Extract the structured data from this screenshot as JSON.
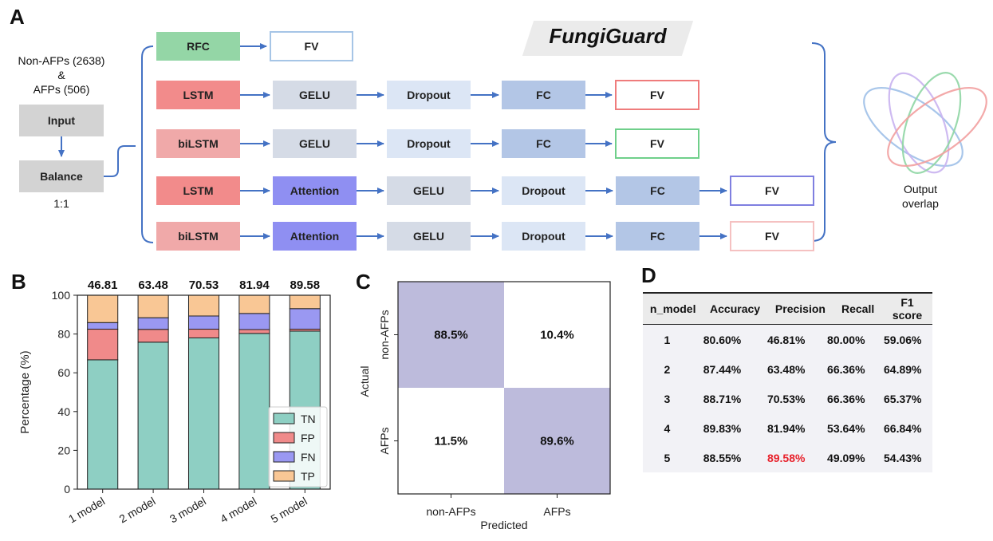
{
  "panels": {
    "a": "A",
    "b": "B",
    "c": "C",
    "d": "D"
  },
  "panel_a": {
    "title": "FungiGuard",
    "dataset": {
      "line1": "Non-AFPs (2638)",
      "line2": "&",
      "line3": "AFPs (506)"
    },
    "input_label": "Input",
    "balance_label": "Balance",
    "ratio": "1:1",
    "rows": [
      {
        "model": "RFC",
        "model_color": "#94d6a6",
        "steps": [],
        "fv": "FV",
        "fv_color": "#a6c5e6"
      },
      {
        "model": "LSTM",
        "model_color": "#f28b8b",
        "steps": [
          "GELU",
          "Dropout",
          "FC"
        ],
        "fv": "FV",
        "fv_color": "#ef7c7c"
      },
      {
        "model": "biLSTM",
        "model_color": "#f0a9a9",
        "steps": [
          "GELU",
          "Dropout",
          "FC"
        ],
        "fv": "FV",
        "fv_color": "#6fcf8a"
      },
      {
        "model": "LSTM",
        "model_color": "#f28b8b",
        "steps": [
          "Attention",
          "GELU",
          "Dropout",
          "FC"
        ],
        "fv": "FV",
        "fv_color": "#7f7fe0"
      },
      {
        "model": "biLSTM",
        "model_color": "#f0a9a9",
        "steps": [
          "Attention",
          "GELU",
          "Dropout",
          "FC"
        ],
        "fv": "FV",
        "fv_color": "#f5c1c1"
      }
    ],
    "step_colors": {
      "GELU": "#d5dbe6",
      "Dropout": "#dce6f5",
      "FC": "#b3c6e6",
      "Attention": "#8f8ff2"
    },
    "output_label": {
      "line1": "Output",
      "line2": "overlap"
    },
    "venn_colors": [
      "#9fc0e8",
      "#c9b3ef",
      "#8fd6a4",
      "#f2a0a0"
    ]
  },
  "chart_data": [
    {
      "type": "bar",
      "stacked": true,
      "categories": [
        "1 model",
        "2 model",
        "3 model",
        "4 model",
        "5 model"
      ],
      "series": [
        {
          "name": "TN",
          "color": "#8ecfc3",
          "values": [
            66.7,
            75.8,
            78.0,
            80.3,
            81.5
          ]
        },
        {
          "name": "FP",
          "color": "#f08a8a",
          "values": [
            15.8,
            6.6,
            4.5,
            2.0,
            1.0
          ]
        },
        {
          "name": "FN",
          "color": "#9a98f2",
          "values": [
            3.4,
            6.0,
            6.8,
            8.3,
            10.6
          ]
        },
        {
          "name": "TP",
          "color": "#f9c795",
          "values": [
            14.1,
            11.6,
            10.7,
            9.4,
            6.9
          ]
        }
      ],
      "top_labels": [
        "46.81",
        "63.48",
        "70.53",
        "81.94",
        "89.58"
      ],
      "ylabel": "Percentage (%)",
      "ylim": [
        0,
        100
      ],
      "yticks": [
        0,
        20,
        40,
        60,
        80,
        100
      ],
      "legend_position": "lower-right"
    },
    {
      "type": "heatmap",
      "xlabel": "Predicted",
      "ylabel": "Actual",
      "x_categories": [
        "non-AFPs",
        "AFPs"
      ],
      "y_categories": [
        "non-AFPs",
        "AFPs"
      ],
      "values": [
        [
          "88.5%",
          "10.4%"
        ],
        [
          "11.5%",
          "89.6%"
        ]
      ],
      "colors": [
        [
          "#bdbbdc",
          "#ffffff"
        ],
        [
          "#ffffff",
          "#bdbbdc"
        ]
      ]
    },
    {
      "type": "table",
      "columns": [
        "n_model",
        "Accuracy",
        "Precision",
        "Recall",
        "F1 score"
      ],
      "rows": [
        [
          "1",
          "80.60%",
          "46.81%",
          "80.00%",
          "59.06%"
        ],
        [
          "2",
          "87.44%",
          "63.48%",
          "66.36%",
          "64.89%"
        ],
        [
          "3",
          "88.71%",
          "70.53%",
          "66.36%",
          "65.37%"
        ],
        [
          "4",
          "89.83%",
          "81.94%",
          "53.64%",
          "66.84%"
        ],
        [
          "5",
          "88.55%",
          "89.58%",
          "49.09%",
          "54.43%"
        ]
      ],
      "highlight": {
        "row": 4,
        "col": 2,
        "color": "#e8202a"
      }
    }
  ]
}
